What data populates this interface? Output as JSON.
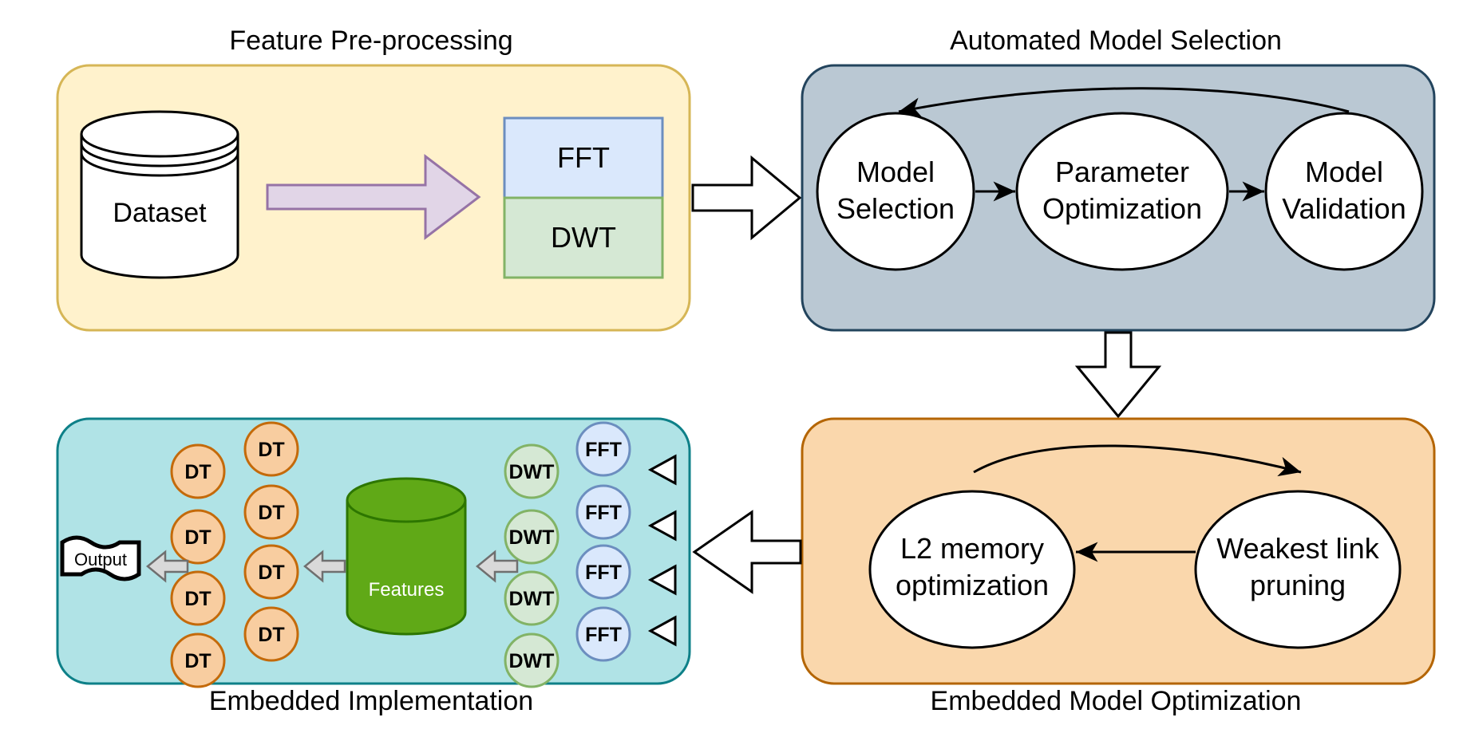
{
  "panels": {
    "preprocessing": {
      "title": "Feature Pre-processing",
      "dataset": "Dataset",
      "fft": "FFT",
      "dwt": "DWT"
    },
    "model_selection": {
      "title": "Automated Model Selection",
      "model_selection_l1": "Model",
      "model_selection_l2": "Selection",
      "param_opt_l1": "Parameter",
      "param_opt_l2": "Optimization",
      "model_validation_l1": "Model",
      "model_validation_l2": "Validation"
    },
    "optimization": {
      "title": "Embedded Model Optimization",
      "l2_l1": "L2 memory",
      "l2_l2": "optimization",
      "weakest_l1": "Weakest link",
      "weakest_l2": "pruning"
    },
    "implementation": {
      "title": "Embedded Implementation",
      "output": "Output",
      "features": "Features",
      "fft": "FFT",
      "dwt": "DWT",
      "dt": "DT"
    }
  },
  "colors": {
    "preprocessing_fill": "#fff2cc",
    "preprocessing_stroke": "#d6b656",
    "model_selection_fill": "#bac8d3",
    "model_selection_stroke": "#23445d",
    "optimization_fill": "#fad7ac",
    "optimization_stroke": "#b46504",
    "implementation_fill": "#b0e3e6",
    "implementation_stroke": "#0e8088",
    "fft_fill": "#dae8fc",
    "fft_stroke": "#6c8ebf",
    "dwt_fill": "#d5e8d4",
    "dwt_stroke": "#82b366",
    "dt_fill": "#f8cda0",
    "dt_stroke": "#c46a0a",
    "features_fill": "#60a917",
    "features_stroke": "#2d7600",
    "arrow_fill": "#e1d5e7",
    "arrow_stroke": "#9673a6"
  }
}
